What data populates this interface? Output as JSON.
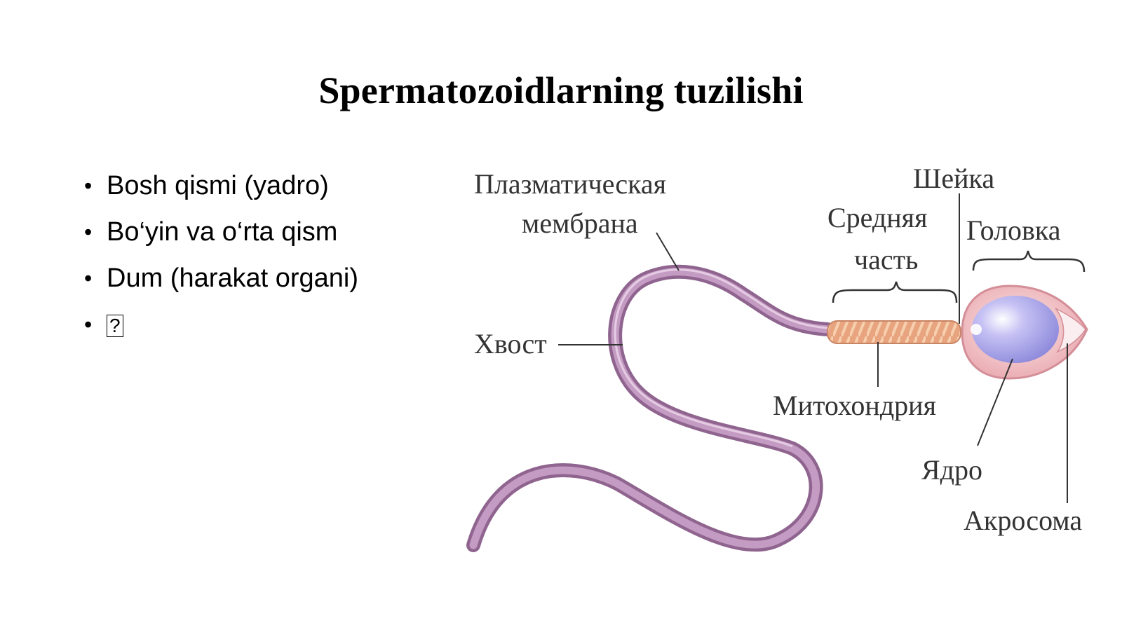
{
  "slide": {
    "title": "Spermatozoidlarning tuzilishi",
    "bullets": [
      "Bosh qismi (yadro)",
      "Bo‘yin va o‘rta qism",
      "Dum (harakat organi)",
      "?"
    ]
  },
  "diagram": {
    "labels": {
      "membrane_line1": "Плазматическая",
      "membrane_line2": "мембрана",
      "neck": "Шейка",
      "midpiece_line1": "Средняя",
      "midpiece_line2": "часть",
      "head": "Головка",
      "tail": "Хвост",
      "mitochondria": "Митохондрия",
      "nucleus": "Ядро",
      "acrosome": "Акросома"
    },
    "colors": {
      "tail_outline": "#9b6f9c",
      "tail_fill": "#b78ab6",
      "midpiece": "#e8a47e",
      "head": "#f0c2c6",
      "nucleus": "#b6b2ee",
      "label_text": "#333333"
    }
  }
}
